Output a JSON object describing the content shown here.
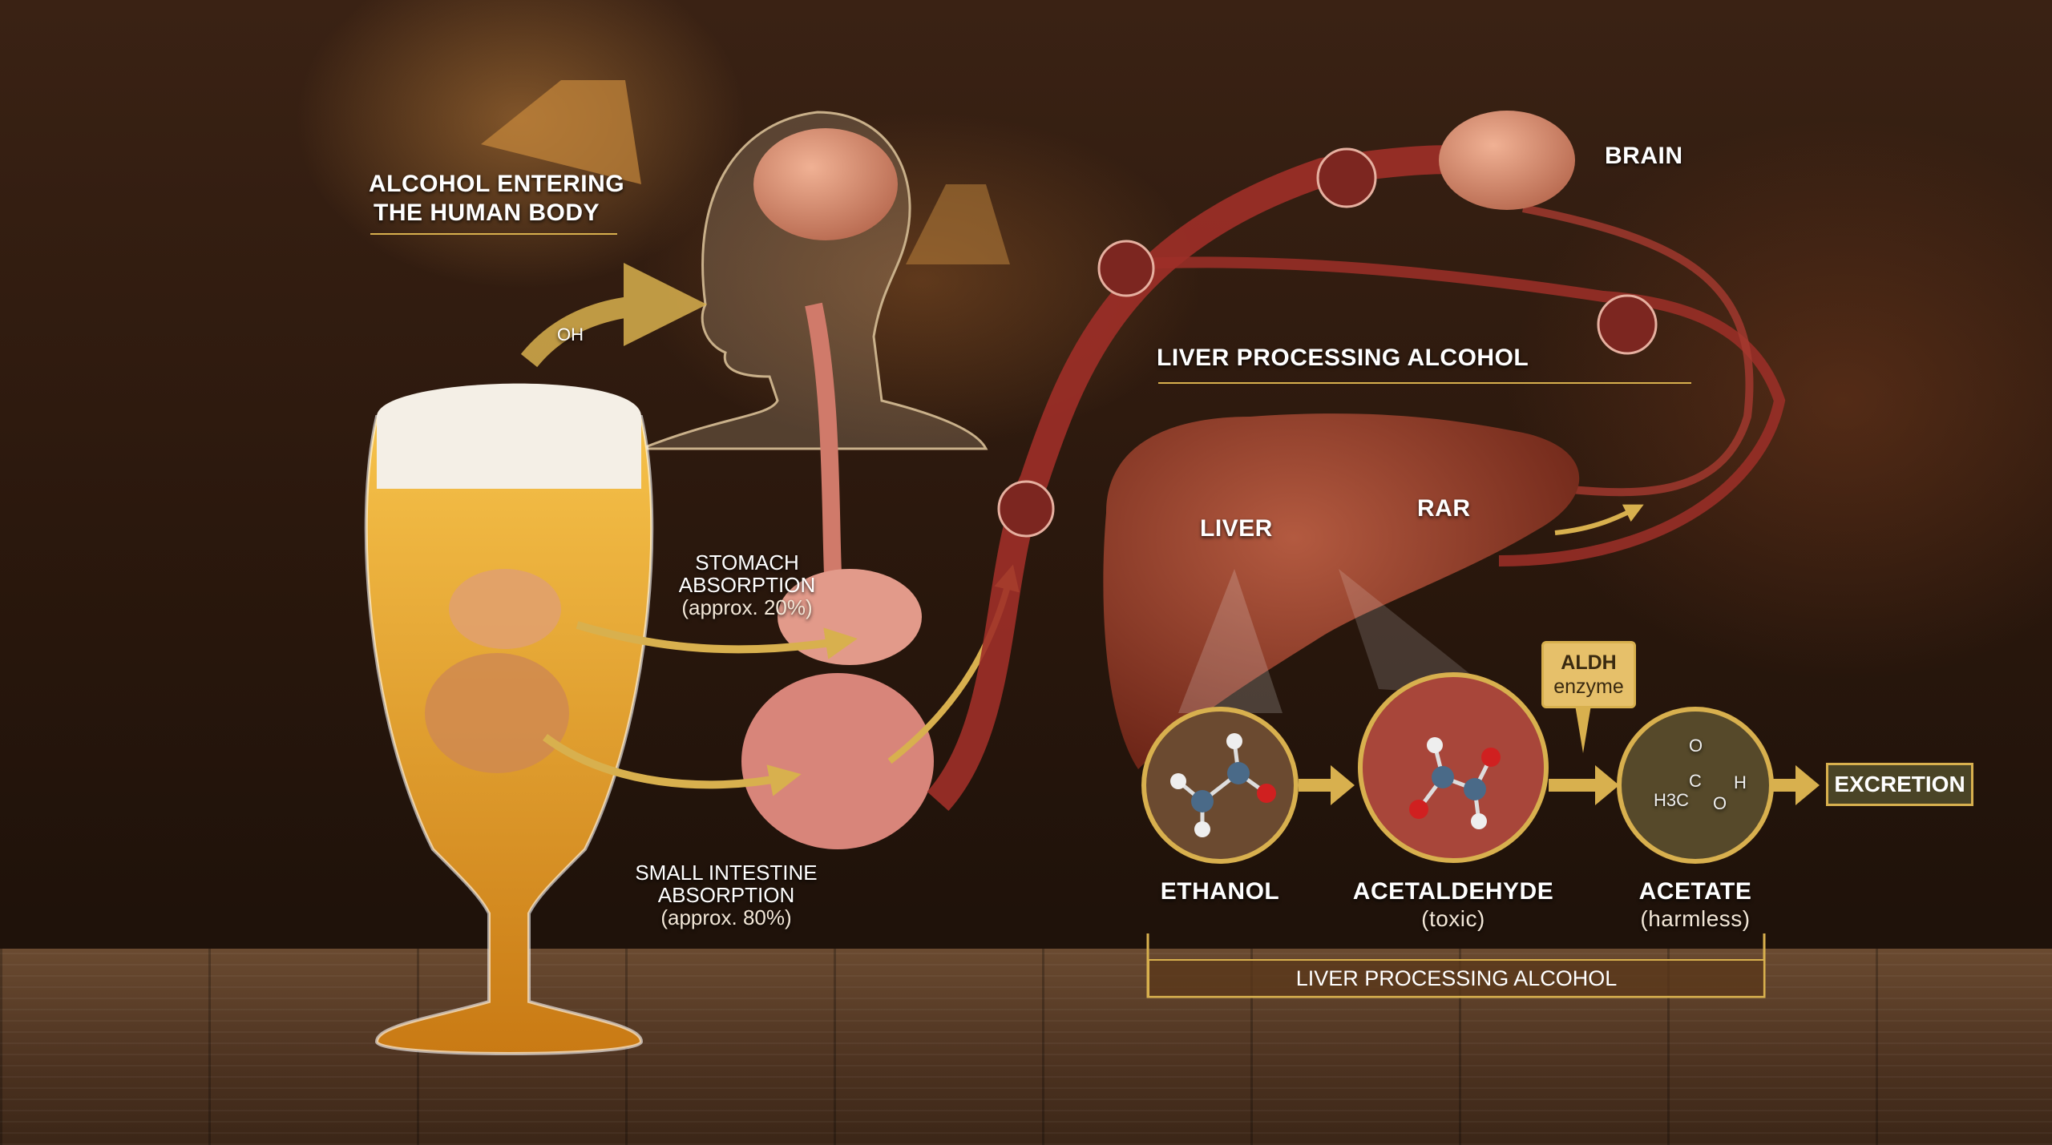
{
  "labels": {
    "entering_line1": "ALCOHOL ENTERING",
    "entering_line2": "THE HUMAN BODY",
    "oh": "OH",
    "stomach_line1": "STOMACH",
    "stomach_line2": "ABSORPTION",
    "stomach_pct": "(approx. 20%)",
    "intestine_line1": "SMALL INTESTINE",
    "intestine_line2": "ABSORPTION",
    "intestine_pct": "(approx. 80%)",
    "brain": "BRAIN",
    "liver_header": "LIVER PROCESSING ALCOHOL",
    "liver": "LIVER",
    "rar": "RAR",
    "aldh_line1": "ALDH",
    "aldh_line2": "enzyme",
    "excretion": "EXCRETION",
    "footer": "LIVER PROCESSING ALCOHOL"
  },
  "stages": [
    {
      "name": "ETHANOL",
      "note": ""
    },
    {
      "name": "ACETALDEHYDE",
      "note": "(toxic)"
    },
    {
      "name": "ACETATE",
      "note": "(harmless)"
    }
  ],
  "acetate_formula": {
    "o": "O",
    "c": "C",
    "h3c": "H3C",
    "oh_o": "O",
    "oh_h": "H"
  },
  "colors": {
    "accent_gold": "#d8b04e",
    "blood_red": "#9e2f28",
    "liver": "#8e3b2a",
    "beer": "#e8a82a"
  }
}
